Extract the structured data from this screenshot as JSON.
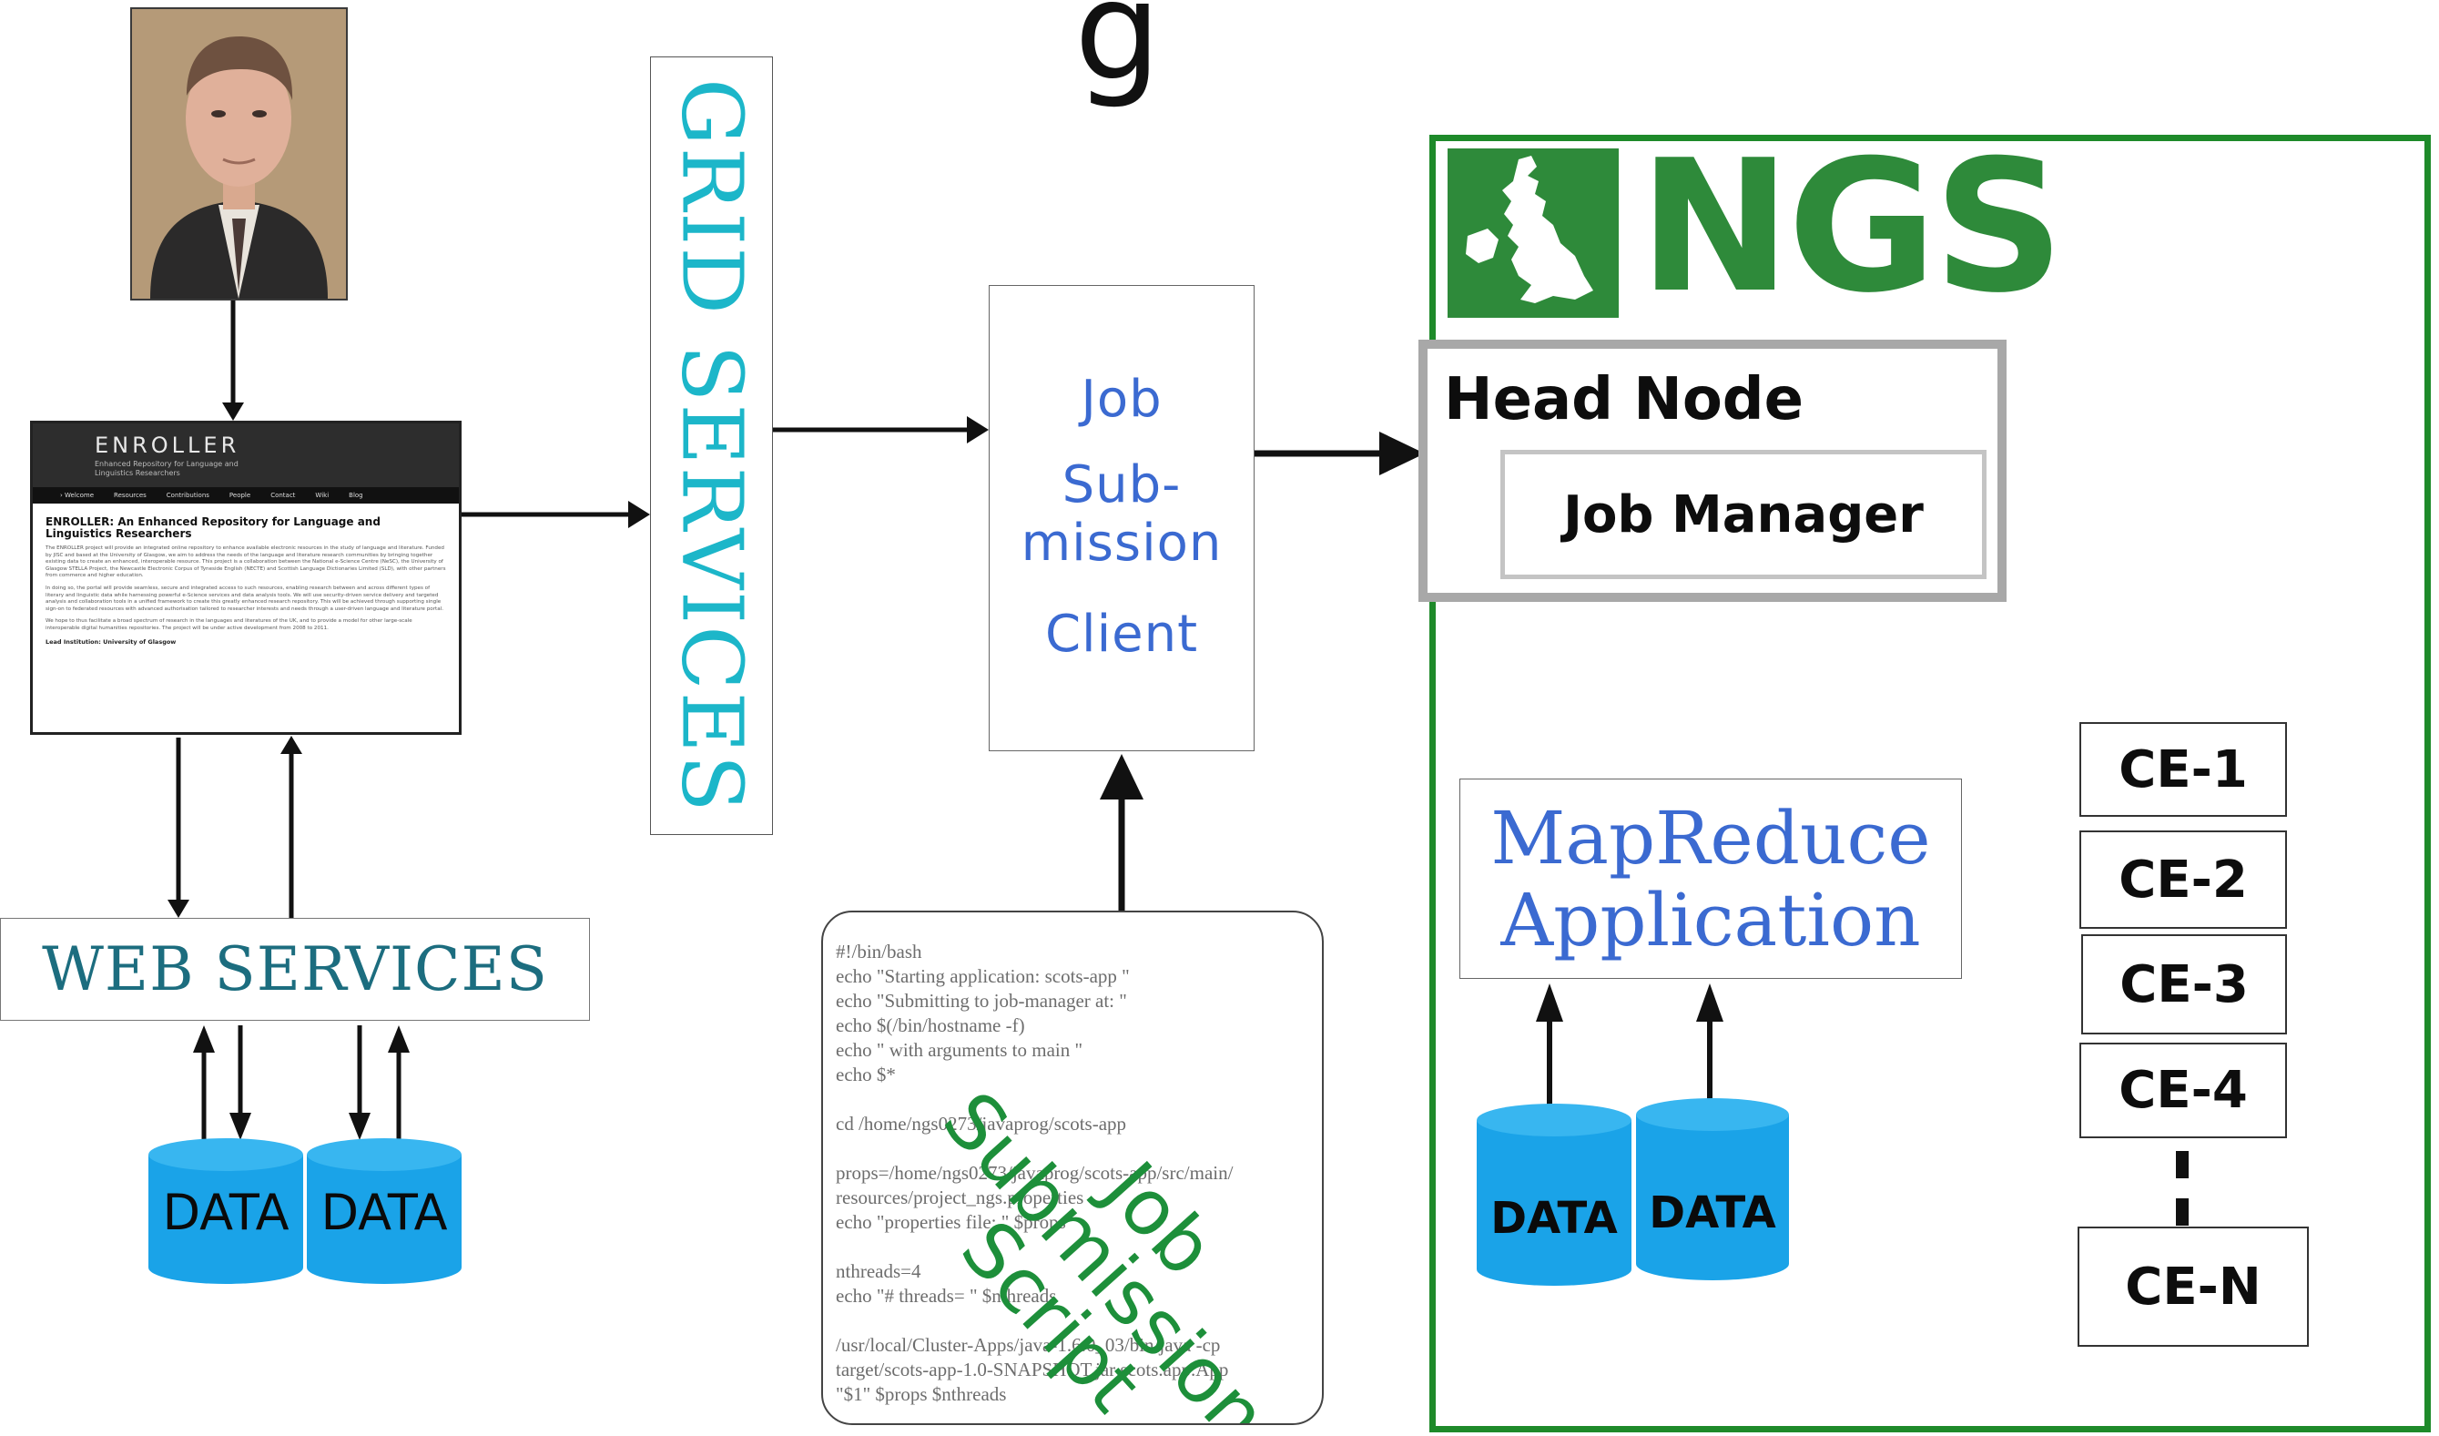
{
  "title_fragment": "g",
  "enroller": {
    "logo": "ENROLLER",
    "tagline": "Enhanced Repository for Language and Linguistics Researchers",
    "nav": [
      "› Welcome",
      "Resources",
      "Contributions",
      "People",
      "Contact",
      "Wiki",
      "Blog"
    ],
    "title": "ENROLLER: An Enhanced Repository for Language and Linguistics Researchers",
    "para1": "The ENROLLER project will provide an integrated online repository to enhance available electronic resources in the study of language and literature. Funded by JISC and based at the University of Glasgow, we aim to address the needs of the language and literature research communities by bringing together existing data to create an enhanced, interoperable resource. This project is a collaboration between the National e-Science Centre (NeSC), the University of Glasgow STELLA Project, the Newcastle Electronic Corpus of Tyneside English (NECTE) and Scottish Language Dictionaries Limited (SLD), with other partners from commerce and higher education.",
    "para2": "In doing so, the portal will provide seamless, secure and integrated access to such resources, enabling research between and across different types of literary and linguistic data while harnessing powerful e-Science services and data analysis tools. We will use security-driven service delivery and targeted analysis and collaboration tools in a unified framework to create this greatly enhanced research repository. This will be achieved through supporting single sign-on to federated resources with advanced authorisation tailored to researcher interests and needs through a user-driven language and literature portal.",
    "para3": "We hope to thus facilitate a broad spectrum of research in the languages and literatures of the UK, and to provide a model for other large-scale interoperable digital humanities repositories. The project will be under active development from 2008 to 2011.",
    "lead": "Lead Institution: University of Glasgow"
  },
  "grid_services": "GRID SERVICES",
  "web_services": "WEB SERVICES",
  "data_label": "DATA",
  "job_client": {
    "line1": "Job",
    "line2": "Sub-",
    "line3": "mission",
    "line4": "Client"
  },
  "script": {
    "code": "#!/bin/bash\necho \"Starting application: scots-app \"\necho \"Submitting to job-manager at: \"\necho $(/bin/hostname -f)\necho \" with arguments to main \"\necho $*\n\ncd /home/ngs0273/javaprog/scots-app\n\nprops=/home/ngs0273/javaprog/scots-app/src/main/\nresources/project_ngs.properties\necho \"properties file: \" $props\n\nnthreads=4\necho \"# threads= \" $nthreads\n\n/usr/local/Cluster-Apps/java-1.6.0_03/bin/java -cp\ntarget/scots-app-1.0-SNAPSHOT.jar scots.app.App\n\"$1\" $props $nthreads",
    "overlay_line1": "Job",
    "overlay_line2": "Submission",
    "overlay_line3": "Script"
  },
  "ngs": {
    "logo": "NGS",
    "head_node": "Head Node",
    "job_manager": "Job Manager",
    "mapreduce_line1": "MapReduce",
    "mapreduce_line2": "Application",
    "ce": [
      "CE-1",
      "CE-2",
      "CE-3",
      "CE-4",
      "CE-N"
    ]
  },
  "colors": {
    "teal": "#1cb6c9",
    "web_services": "#1c6d7f",
    "client_blue": "#3b6ad1",
    "ngs_green": "#2e8a3a",
    "cylinder_blue": "#1aa3e8"
  }
}
